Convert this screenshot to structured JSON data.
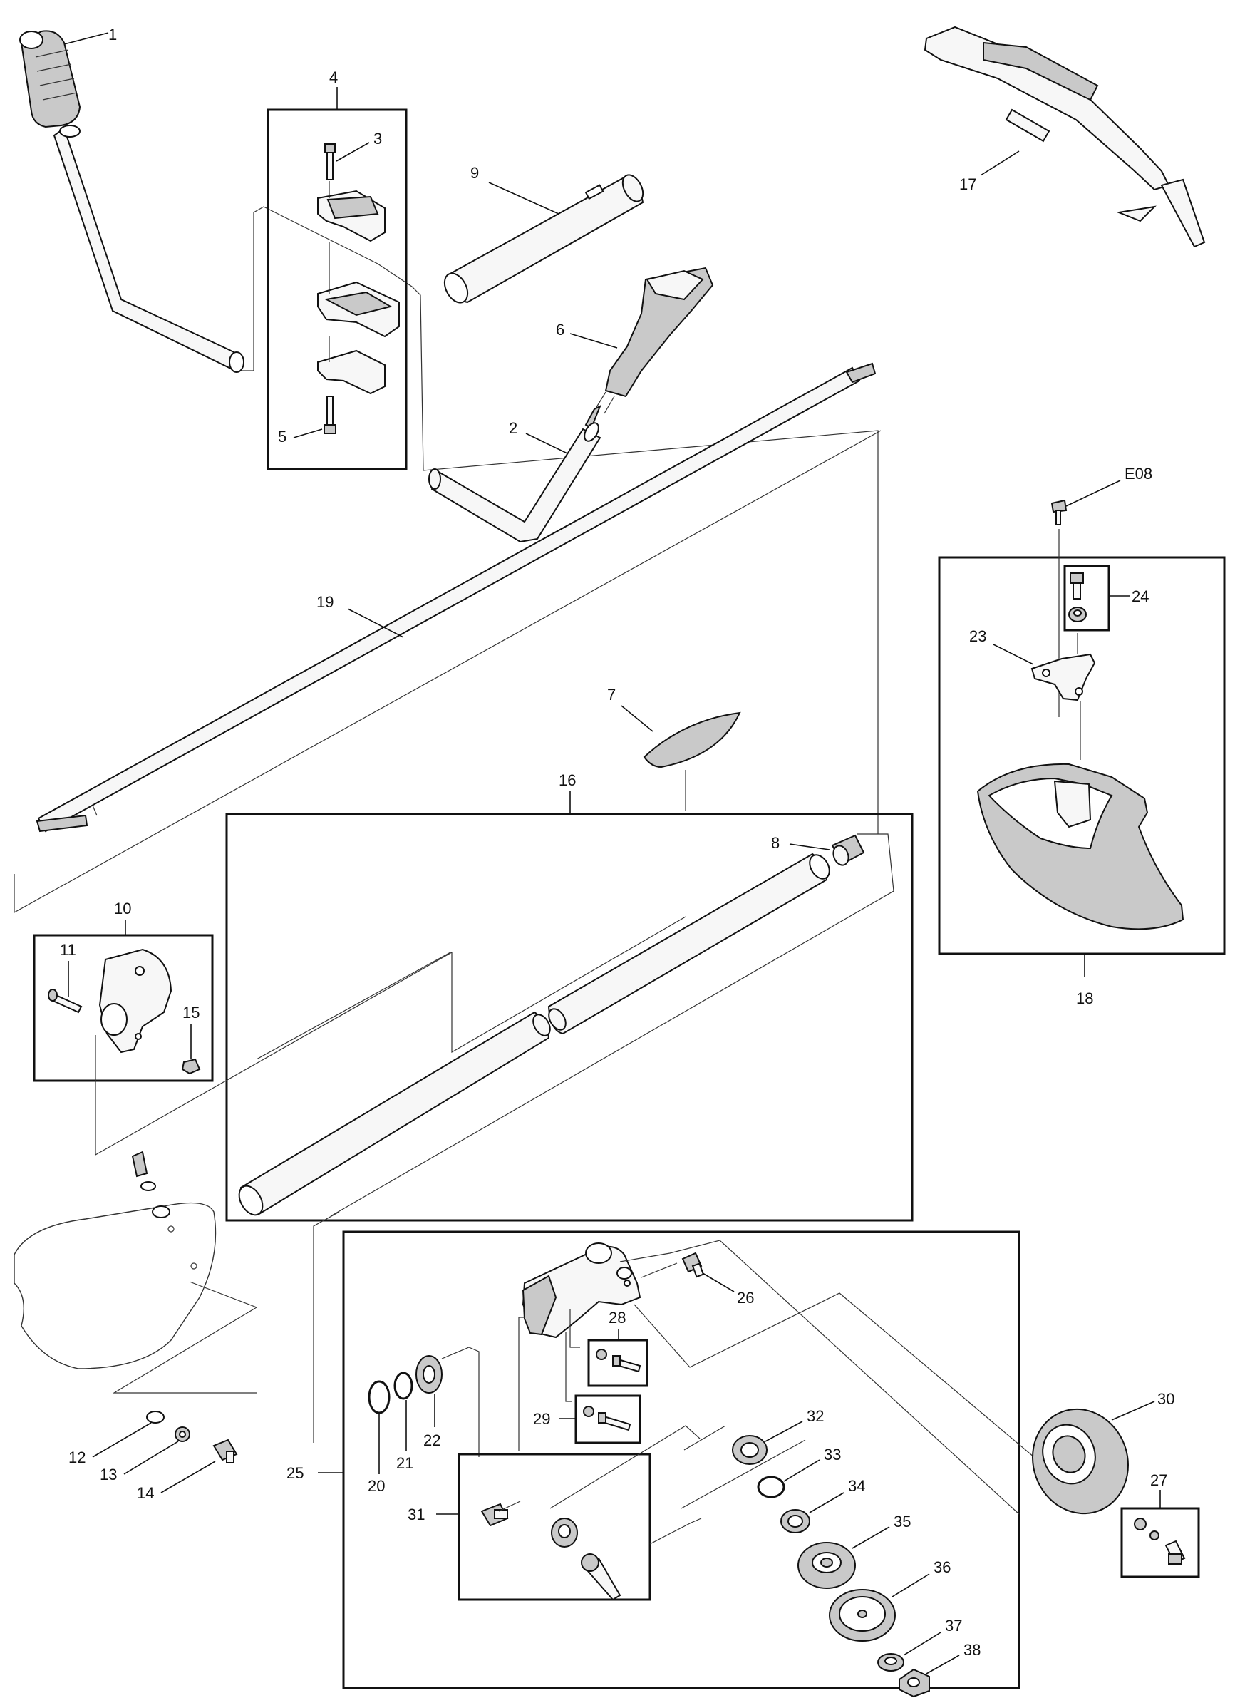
{
  "diagram": {
    "labels": {
      "p1": "1",
      "p2": "2",
      "p3": "3",
      "p4": "4",
      "p5": "5",
      "p6": "6",
      "p7": "7",
      "p8": "8",
      "p9": "9",
      "p10": "10",
      "p11": "11",
      "p12": "12",
      "p13": "13",
      "p14": "14",
      "p15": "15",
      "p16": "16",
      "p17": "17",
      "p18": "18",
      "p19": "19",
      "p20": "20",
      "p21": "21",
      "p22": "22",
      "p23": "23",
      "p24": "24",
      "p25": "25",
      "p26": "26",
      "p27": "27",
      "p28": "28",
      "p29": "29",
      "p30": "30",
      "p31": "31",
      "p32": "32",
      "p33": "33",
      "p34": "34",
      "p35": "35",
      "p36": "36",
      "p37": "37",
      "p38": "38",
      "e08": "E08"
    }
  }
}
